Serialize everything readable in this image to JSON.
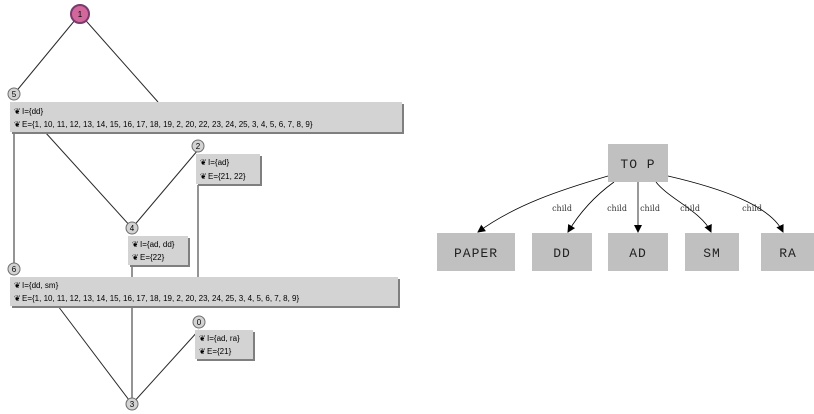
{
  "lattice": {
    "nodes": [
      {
        "id": "1",
        "label": "1"
      },
      {
        "id": "5",
        "label": "5"
      },
      {
        "id": "2",
        "label": "2"
      },
      {
        "id": "4",
        "label": "4"
      },
      {
        "id": "6",
        "label": "6"
      },
      {
        "id": "0",
        "label": "0"
      },
      {
        "id": "3",
        "label": "3"
      }
    ],
    "boxes": {
      "5": {
        "i_text": "I={dd}",
        "e_text": "E={1, 10, 11, 12, 13, 14, 15, 16, 17, 18, 19, 2, 20, 22, 23, 24, 25, 3, 4, 5, 6, 7, 8, 9}"
      },
      "2": {
        "i_text": "I={ad}",
        "e_text": "E={21, 22}"
      },
      "4": {
        "i_text": "I={ad, dd}",
        "e_text": "E={22}"
      },
      "6": {
        "i_text": "I={dd, sm}",
        "e_text": "E={1, 10, 11, 12, 13, 14, 15, 16, 17, 18, 19, 2, 20, 23, 24, 25, 3, 4, 5, 6, 7, 8, 9}"
      },
      "0": {
        "i_text": "I={ad, ra}",
        "e_text": "E={21}"
      }
    },
    "bullet_icon": "fleuron-bullet",
    "root_color": "#d2679b",
    "node_color": "#d3d3d3"
  },
  "tree": {
    "root": "TO P",
    "edge_label": "child",
    "children": [
      "PAPER",
      "DD",
      "AD",
      "SM",
      "RA"
    ]
  }
}
